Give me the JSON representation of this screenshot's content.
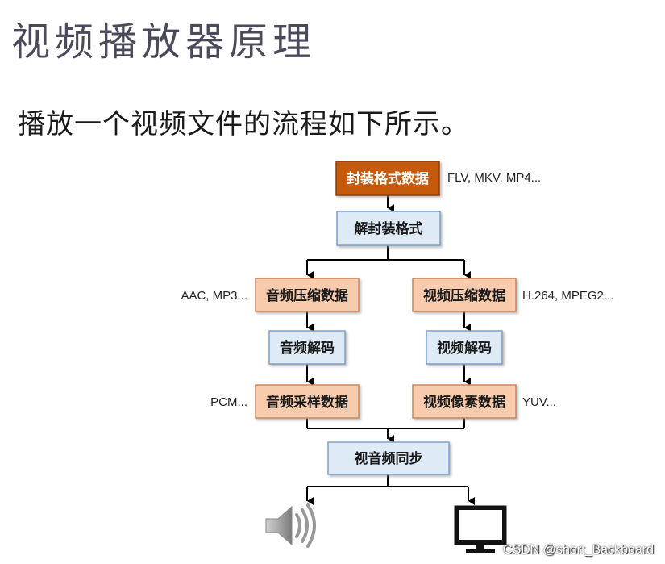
{
  "title": "视频播放器原理",
  "subtitle": "播放一个视频文件的流程如下所示。",
  "diagram": {
    "nodes": {
      "container": "封装格式数据",
      "demux": "解封装格式",
      "audio_compressed": "音频压缩数据",
      "video_compressed": "视频压缩数据",
      "audio_decode": "音频解码",
      "video_decode": "视频解码",
      "audio_sample": "音频采样数据",
      "video_pixel": "视频像素数据",
      "av_sync": "视音频同步"
    },
    "notes": {
      "container_formats": "FLV, MKV, MP4...",
      "audio_formats": "AAC, MP3...",
      "video_formats": "H.264, MPEG2...",
      "audio_raw": "PCM...",
      "video_raw": "YUV..."
    },
    "outputs": {
      "speaker": "speaker-icon",
      "monitor": "monitor-icon"
    },
    "colors": {
      "dark_orange": "#c55a11",
      "light_orange": "#f8cbad",
      "light_blue": "#deebf7",
      "blue_border": "#7f9fc8",
      "orange_border": "#c98a5f"
    }
  },
  "watermark": "CSDN @short_Backboard"
}
